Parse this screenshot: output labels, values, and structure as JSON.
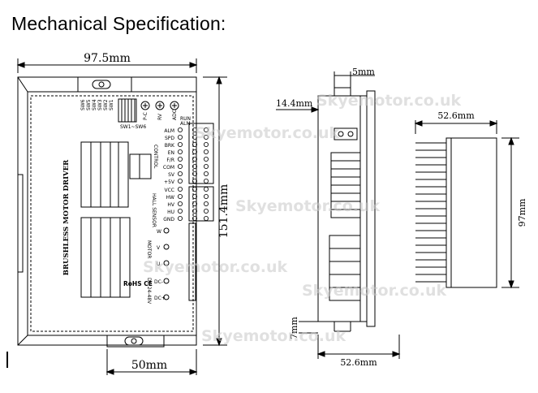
{
  "title": "Mechanical Specification:",
  "front_view": {
    "width_label": "97.5mm",
    "height_label": "151.4mm",
    "bottom_label": "50mm",
    "product_name": "BRUSHLESS MOTOR DRIVER",
    "switch_labels": [
      "SW6",
      "SW5",
      "SW4",
      "SW3",
      "SW2",
      "SW1"
    ],
    "dip_label": "SW1~SW6",
    "pots": [
      "P-C",
      "RV",
      "ADC"
    ],
    "leds": [
      "RUN",
      "ALM"
    ],
    "control_terminals": [
      "ALM",
      "SPD",
      "BRK",
      "EN",
      "F/R",
      "COM",
      "SV",
      "+5V"
    ],
    "control_group_label": "CONTROL",
    "hall_terminals": [
      "VCC",
      "HW",
      "HV",
      "HU",
      "GND"
    ],
    "hall_group_label": "HALL SENSOR",
    "motor_terminals": [
      "W",
      "V",
      "U"
    ],
    "motor_group_label": "MOTOR",
    "power_terminals": [
      "DC-",
      "DC+"
    ],
    "power_group_label": "DC 24-48V",
    "certs": "RoHS CE"
  },
  "side_view": {
    "tab_label": "5mm",
    "offset_label": "14.4mm",
    "depth_label": "52.6mm",
    "bottom_tab_label": "7mm"
  },
  "heatsink_view": {
    "width_label": "52.6mm",
    "height_label": "97mm"
  },
  "watermark": "Skyemotor.co.uk",
  "colors": {
    "line": "#000000",
    "fill": "#ffffff",
    "terminal_green": "#d9d9d9",
    "heatsink": "#f2f2f2"
  }
}
